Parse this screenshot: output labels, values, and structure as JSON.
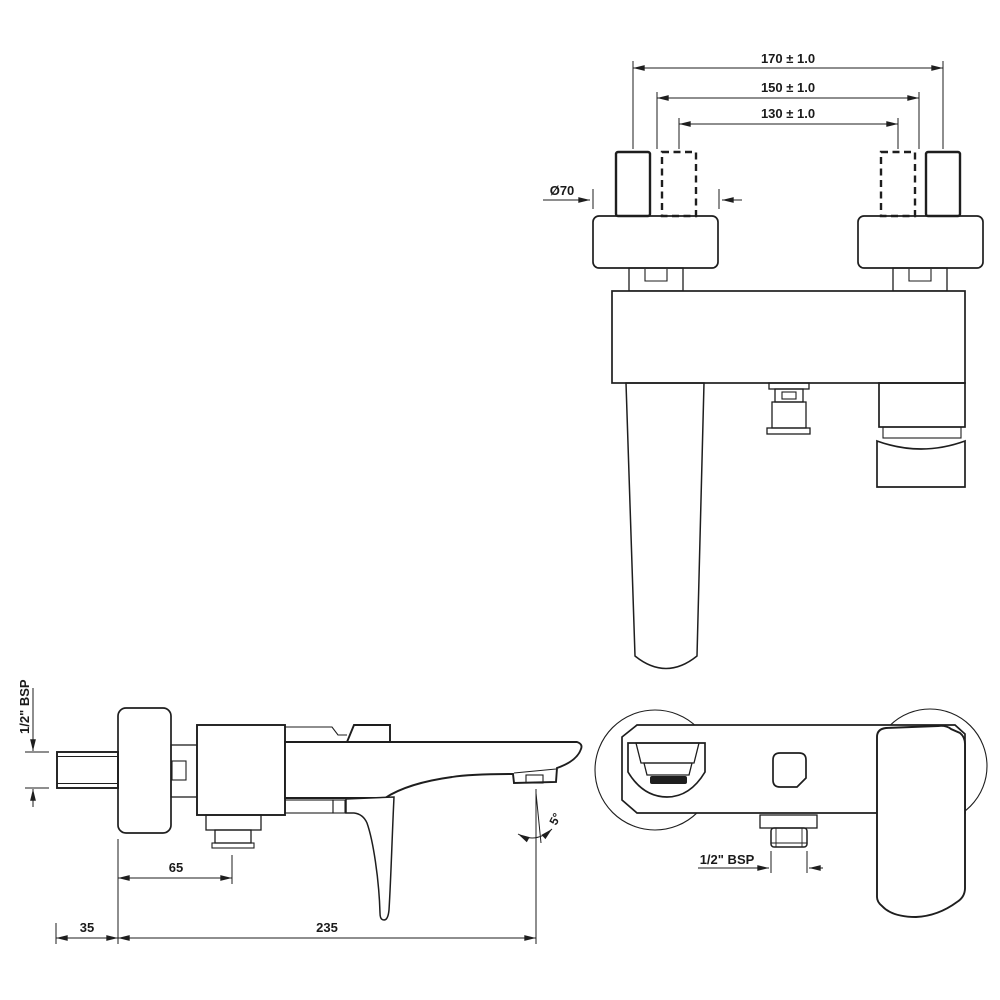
{
  "drawing": {
    "front_view": {
      "center_distance_outer": "170 ± 1.0",
      "center_distance_mid": "150 ± 1.0",
      "center_distance_inner": "130 ± 1.0",
      "flange_diameter": "Ø70"
    },
    "side_view": {
      "inlet_thread": "1/2\" BSP",
      "wall_offset": "35",
      "outlet_offset": "65",
      "spout_reach": "235",
      "spout_angle": "5°"
    },
    "bottom_view": {
      "outlet_thread": "1/2\" BSP"
    },
    "colors": {
      "line": "#1e1e1e",
      "background": "#ffffff"
    }
  }
}
